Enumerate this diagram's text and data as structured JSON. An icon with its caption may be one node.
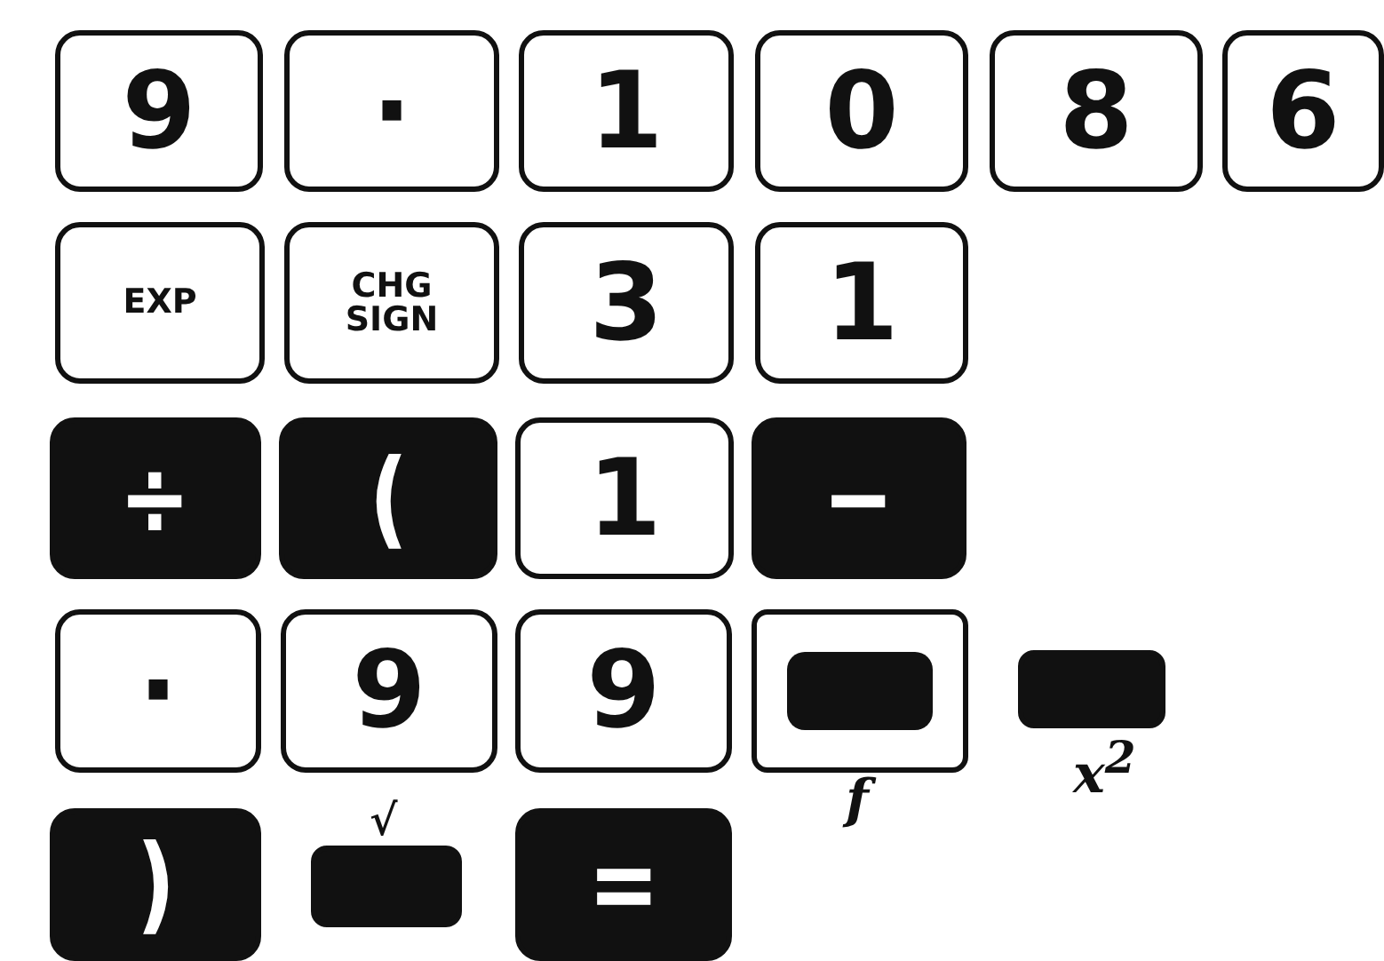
{
  "diagram": {
    "nodes": [
      {
        "text": [
          "9"
        ]
      },
      {
        "text": [
          "·"
        ]
      },
      {
        "text": [
          "1"
        ]
      },
      {
        "text": [
          "0"
        ]
      },
      {
        "text": [
          "8"
        ]
      },
      {
        "text": [
          "6"
        ]
      },
      {
        "text": [
          "EXP"
        ]
      },
      {
        "text": [
          "CHG SIGN"
        ]
      },
      {
        "text": [
          "3"
        ]
      },
      {
        "text": [
          "1"
        ]
      },
      {
        "text": [
          "÷"
        ]
      },
      {
        "text": [
          "("
        ]
      },
      {
        "text": [
          "1"
        ]
      },
      {
        "text": [
          "−"
        ]
      },
      {
        "text": [
          "·"
        ]
      },
      {
        "text": [
          "9"
        ]
      },
      {
        "text": [
          "9"
        ]
      },
      {
        "text": [],
        "shape": "box",
        "beside": [
          "f"
        ]
      },
      {
        "text": [],
        "shape": "box",
        "beside": [
          "x$^{2}$"
        ]
      },
      {
        "text": [
          ")"
        ]
      },
      {
        "text": [],
        "shape": "box",
        "beside": [
          "√"
        ]
      },
      {
        "text": [
          "="
        ]
      }
    ]
  }
}
